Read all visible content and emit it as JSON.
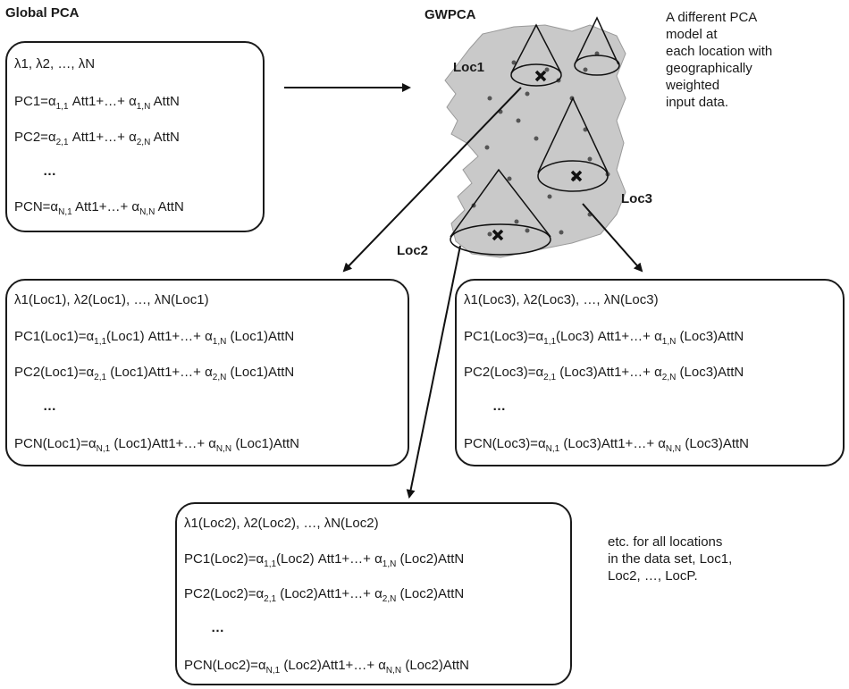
{
  "headings": {
    "global": "Global PCA",
    "gwpca": "GWPCA"
  },
  "note_top": [
    "A different PCA",
    "model at",
    "each location with",
    "geographically",
    "weighted",
    "input data."
  ],
  "note_bottom": [
    "etc. for all locations",
    "in the data set, Loc1,",
    "Loc2, …, LocP."
  ],
  "locations": {
    "loc1": "Loc1",
    "loc2": "Loc2",
    "loc3": "Loc3"
  },
  "boxes": {
    "global": {
      "lambda": "λ1, λ2, …, λN",
      "rows": [
        {
          "a": "PC1=α",
          "s1": "1,1",
          "b": " Att1+…+ α",
          "s2": "1,N",
          "c": " AttN"
        },
        {
          "a": "PC2=α",
          "s1": "2,1",
          "b": " Att1+…+ α",
          "s2": "2,N",
          "c": " AttN"
        },
        {
          "a": "PCN=α",
          "s1": "N,1",
          "b": " Att1+…+ α",
          "s2": "N,N",
          "c": " AttN"
        }
      ],
      "ellipsis": "…"
    },
    "loc1": {
      "lambda": "λ1(Loc1), λ2(Loc1), …, λN(Loc1)",
      "rows": [
        {
          "a": "PC1(Loc1)=α",
          "s1": "1,1",
          "b": "(Loc1) Att1+…+ α",
          "s2": "1,N",
          "c": " (Loc1)AttN"
        },
        {
          "a": "PC2(Loc1)=α",
          "s1": "2,1",
          "b": " (Loc1)Att1+…+ α",
          "s2": "2,N",
          "c": " (Loc1)AttN"
        },
        {
          "a": "PCN(Loc1)=α",
          "s1": "N,1",
          "b": " (Loc1)Att1+…+ α",
          "s2": "N,N",
          "c": " (Loc1)AttN"
        }
      ],
      "ellipsis": "…"
    },
    "loc3": {
      "lambda": "λ1(Loc3), λ2(Loc3), …, λN(Loc3)",
      "rows": [
        {
          "a": "PC1(Loc3)=α",
          "s1": "1,1",
          "b": "(Loc3) Att1+…+ α",
          "s2": "1,N",
          "c": " (Loc3)AttN"
        },
        {
          "a": "PC2(Loc3)=α",
          "s1": "2,1",
          "b": " (Loc3)Att1+…+ α",
          "s2": "2,N",
          "c": " (Loc3)AttN"
        },
        {
          "a": "PCN(Loc3)=α",
          "s1": "N,1",
          "b": " (Loc3)Att1+…+ α",
          "s2": "N,N",
          "c": " (Loc3)AttN"
        }
      ],
      "ellipsis": "…"
    },
    "loc2": {
      "lambda": "λ1(Loc2), λ2(Loc2), …, λN(Loc2)",
      "rows": [
        {
          "a": "PC1(Loc2)=α",
          "s1": "1,1",
          "b": "(Loc2) Att1+…+ α",
          "s2": "1,N",
          "c": " (Loc2)AttN"
        },
        {
          "a": "PC2(Loc2)=α",
          "s1": "2,1",
          "b": " (Loc2)Att1+…+ α",
          "s2": "2,N",
          "c": " (Loc2)AttN"
        },
        {
          "a": "PCN(Loc2)=α",
          "s1": "N,1",
          "b": " (Loc2)Att1+…+ α",
          "s2": "N,N",
          "c": " (Loc2)AttN"
        }
      ],
      "ellipsis": "…"
    }
  }
}
